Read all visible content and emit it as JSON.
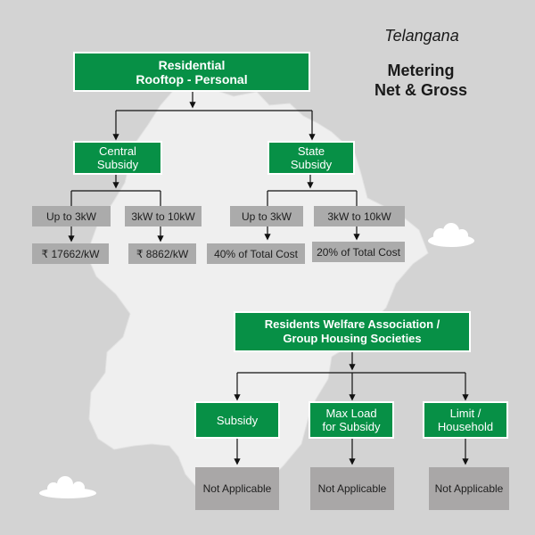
{
  "header": {
    "state": "Telangana",
    "metering_line1": "Metering",
    "metering_line2": "Net & Gross"
  },
  "residential": {
    "title_line1": "Residential",
    "title_line2": "Rooftop - Personal",
    "central": {
      "label_line1": "Central",
      "label_line2": "Subsidy",
      "tiers": [
        {
          "range": "Up to 3kW",
          "value": "₹ 17662/kW"
        },
        {
          "range": "3kW to 10kW",
          "value": "₹ 8862/kW"
        }
      ]
    },
    "state": {
      "label_line1": "State",
      "label_line2": "Subsidy",
      "tiers": [
        {
          "range": "Up to 3kW",
          "value": "40% of Total Cost"
        },
        {
          "range": "3kW to 10kW",
          "value": "20% of Total Cost"
        }
      ]
    }
  },
  "rwa": {
    "title_line1": "Residents Welfare Association /",
    "title_line2": "Group Housing Societies",
    "items": [
      {
        "label_line1": "Subsidy",
        "label_line2": "",
        "value": "Not Applicable"
      },
      {
        "label_line1": "Max Load",
        "label_line2": "for Subsidy",
        "value": "Not Applicable"
      },
      {
        "label_line1": "Limit /",
        "label_line2": "Household",
        "value": "Not Applicable"
      }
    ]
  },
  "colors": {
    "background": "#d3d3d3",
    "map": "#efefef",
    "green": "#079046",
    "grey_box": "#ababab",
    "text": "#1a1a1a"
  }
}
